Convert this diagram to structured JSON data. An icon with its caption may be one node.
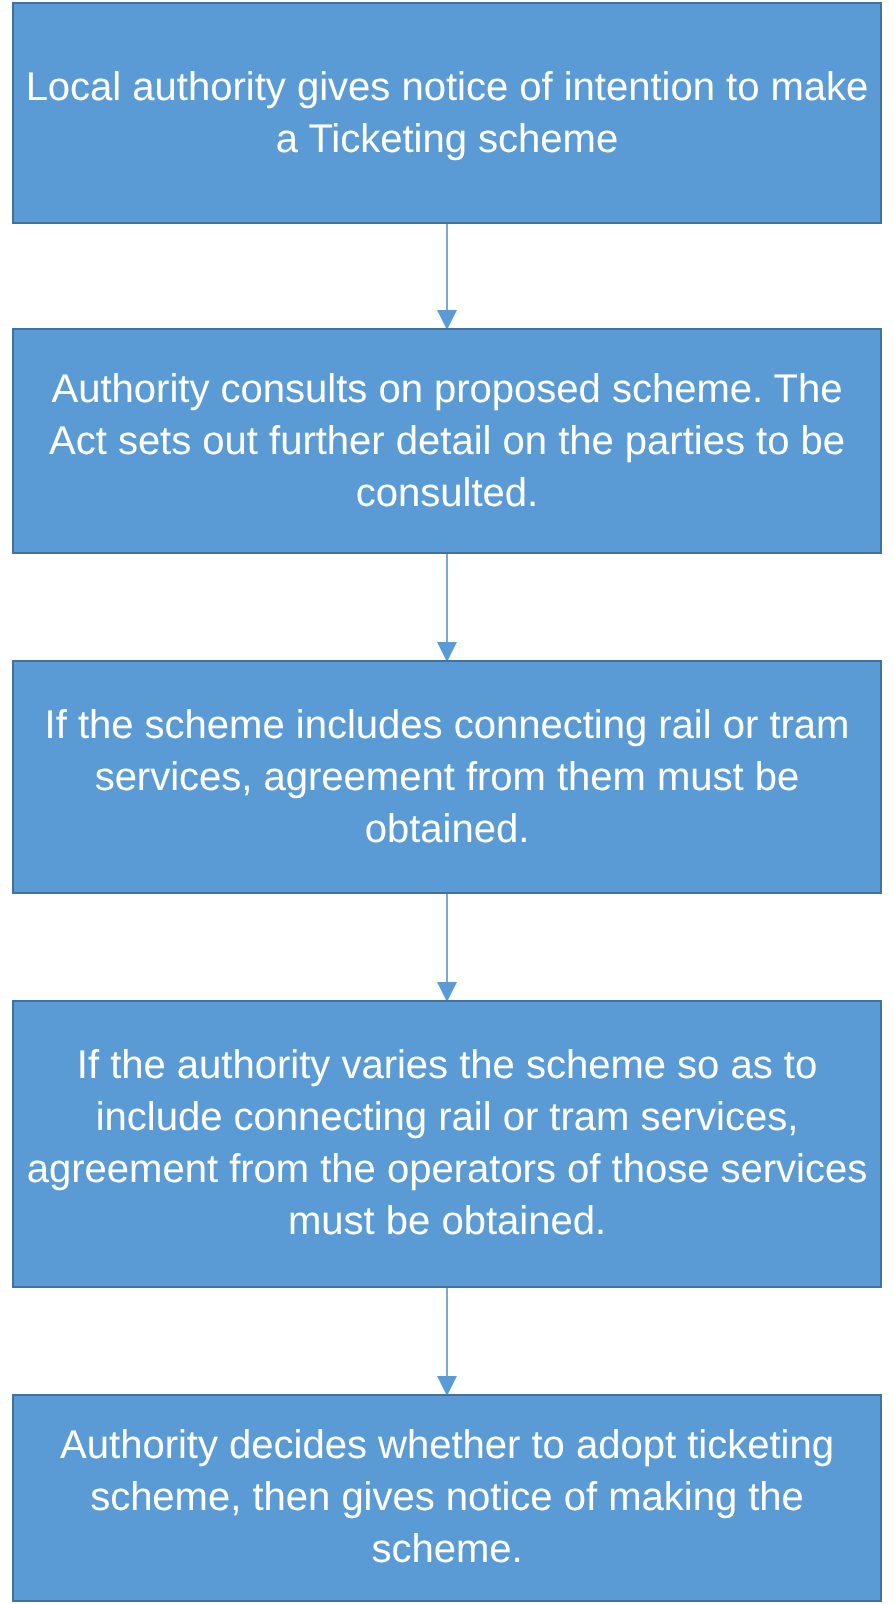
{
  "diagram": {
    "nodes": [
      {
        "text": [
          "Local authority gives notice of intention to make a Ticketing scheme"
        ]
      },
      {
        "text": [
          "Authority consults on proposed scheme. The Act sets out further detail on the parties to be consulted."
        ]
      },
      {
        "text": [
          "If the scheme includes connecting rail or tram services, agreement from them must be obtained."
        ]
      },
      {
        "text": [
          "If the authority varies the scheme so as to include connecting rail or tram services, agreement from the operators of those services must be obtained."
        ]
      },
      {
        "text": [
          "Authority decides whether to adopt ticketing scheme, then gives notice of making the scheme."
        ]
      }
    ],
    "edges": [
      {
        "from": 0,
        "to": 1,
        "arrow": "to"
      },
      {
        "from": 1,
        "to": 2,
        "arrow": "to"
      },
      {
        "from": 2,
        "to": 3,
        "arrow": "to"
      },
      {
        "from": 3,
        "to": 4,
        "arrow": "to"
      }
    ]
  }
}
